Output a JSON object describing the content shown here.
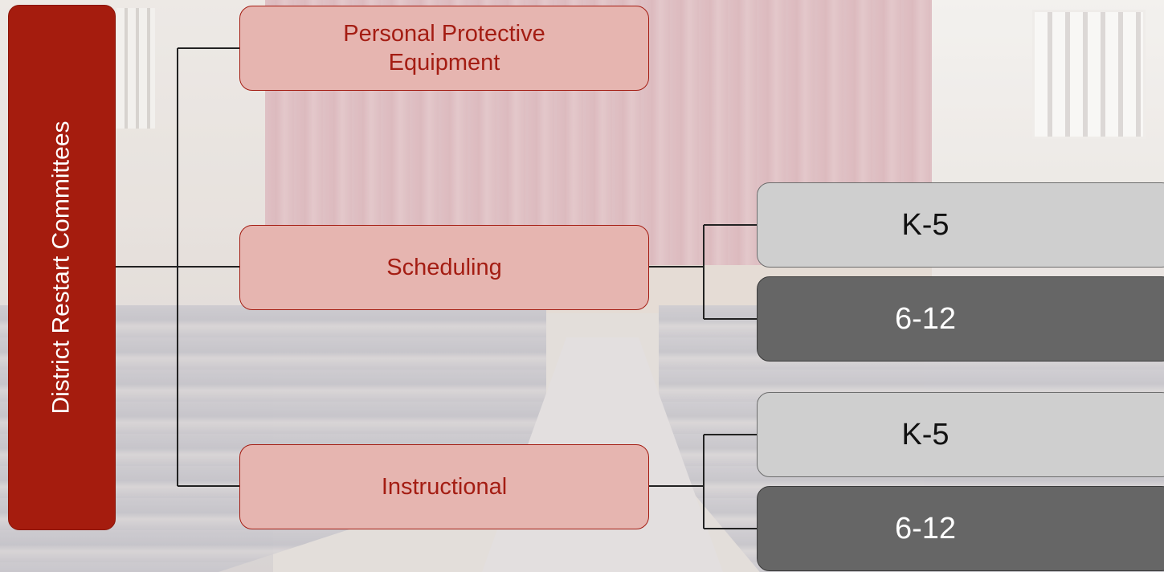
{
  "diagram": {
    "root": {
      "label": "District Restart Committees",
      "color": "#a51c0e"
    },
    "categories": [
      {
        "label": "Personal Protective Equipment",
        "fill": "#e6b5b0",
        "text_color": "#a41d13"
      },
      {
        "label": "Scheduling",
        "fill": "#e6b5b0",
        "text_color": "#a41d13",
        "children": [
          {
            "label": "K-5",
            "fill": "#cfcfcf"
          },
          {
            "label": "6-12",
            "fill": "#666666"
          }
        ]
      },
      {
        "label": "Instructional",
        "fill": "#e6b5b0",
        "text_color": "#a41d13",
        "children": [
          {
            "label": "K-5",
            "fill": "#cfcfcf"
          },
          {
            "label": "6-12",
            "fill": "#666666"
          }
        ]
      }
    ]
  }
}
